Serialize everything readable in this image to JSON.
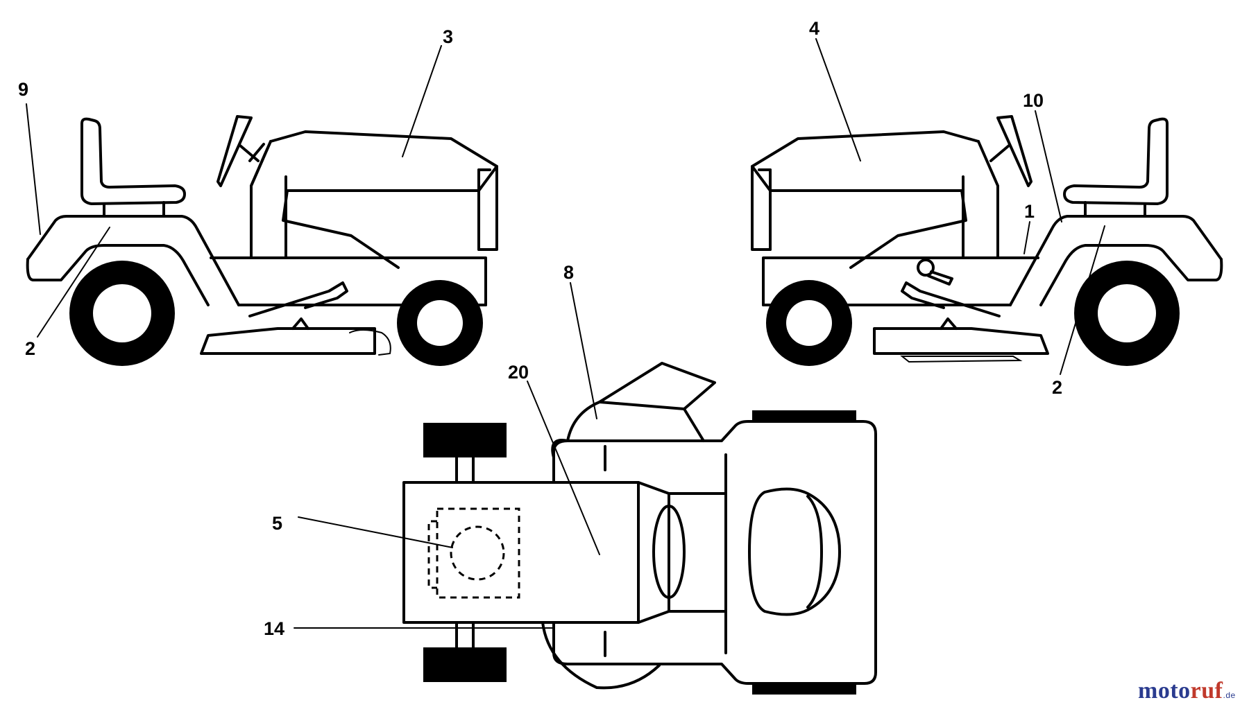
{
  "callouts": {
    "c9": "9",
    "c3": "3",
    "c2_left": "2",
    "c4": "4",
    "c10": "10",
    "c1": "1",
    "c2_right": "2",
    "c8": "8",
    "c20": "20",
    "c5": "5",
    "c14": "14"
  },
  "watermark": {
    "part1": "moto",
    "part2": "ruf",
    "suffix": ".de"
  },
  "colors": {
    "line": "#000000",
    "brand_blue": "#2a3b8f",
    "brand_red": "#c0392b"
  }
}
